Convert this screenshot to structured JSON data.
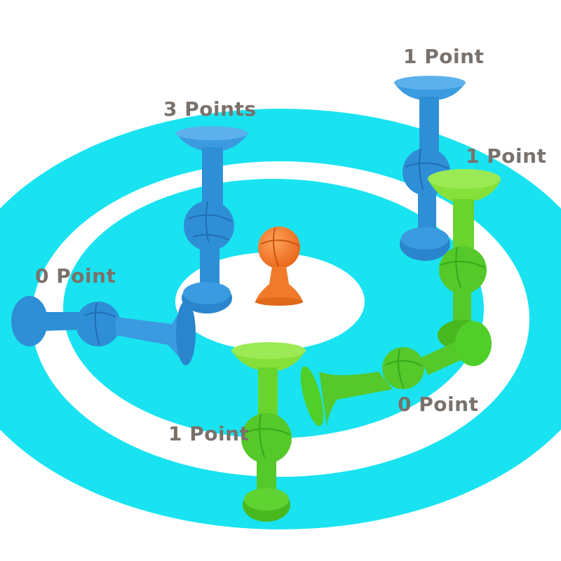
{
  "colors": {
    "target_ring": "#19e3f0",
    "background": "#ffffff",
    "dart_blue": "#2f8fd6",
    "dart_blue_dark": "#1f6fb2",
    "dart_green": "#4fcf28",
    "dart_green_dark": "#36a81a",
    "dart_lime": "#7cdc2a",
    "center_orange": "#f07a2a",
    "label_text": "#7a716b"
  },
  "labels": {
    "dart_standing_center_left": "3 Points",
    "dart_standing_top_right": "1 Point",
    "dart_standing_right_green": "1 Point",
    "dart_lying_left": "0 Point",
    "dart_standing_bottom_green": "1 Point",
    "dart_lying_bottom_right": "0 Point"
  }
}
